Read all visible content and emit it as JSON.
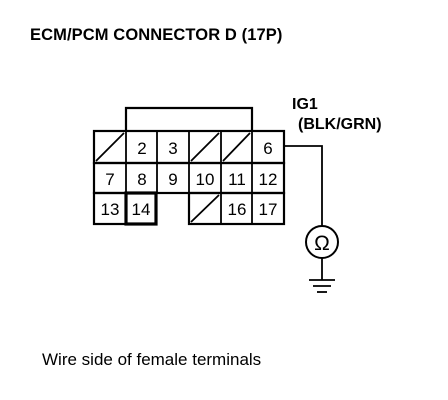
{
  "title": "ECM/PCM CONNECTOR D (17P)",
  "wire": {
    "terminal": "IG1",
    "color": "(BLK/GRN)"
  },
  "caption": "Wire side of female terminals",
  "connector": {
    "rows": [
      [
        "",
        "2",
        "3",
        "",
        "",
        "6"
      ],
      [
        "7",
        "8",
        "9",
        "10",
        "11",
        "12"
      ],
      [
        "13",
        "14",
        null,
        "",
        "16",
        "17"
      ]
    ],
    "empty_slashed": [
      "r1c1",
      "r1c4",
      "r1c5",
      "r3c4"
    ],
    "bold_cell": "r3c2"
  },
  "meter_symbol": "Ω"
}
